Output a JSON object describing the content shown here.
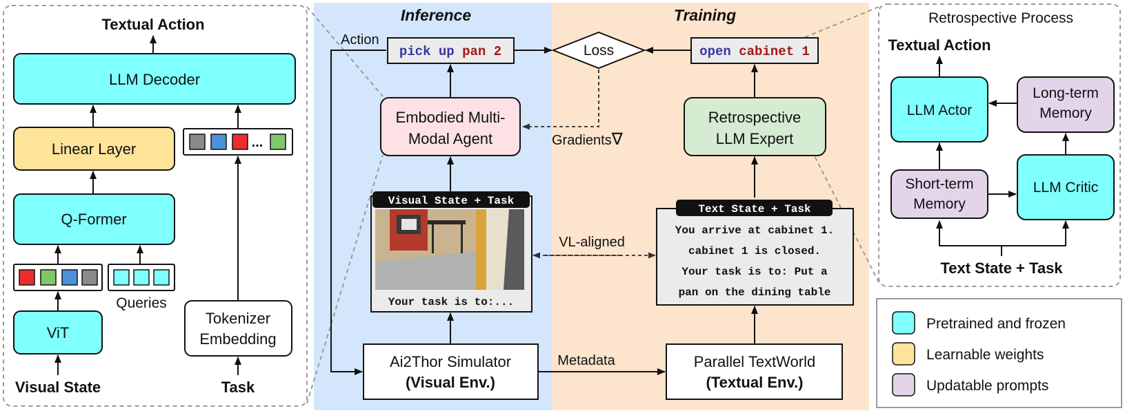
{
  "colors": {
    "pretrained": "#80ffff",
    "learnable": "#fde499",
    "updatable": "#e3d4e9",
    "inference_bg": "#d4e6fb",
    "training_bg": "#fde4cc",
    "agent": "#fde1e4",
    "expert": "#d6ecd2",
    "action_box": "#ebebeb",
    "token_red": "#ea2e2e",
    "token_green": "#7fc76a",
    "token_blue": "#4d91d8",
    "token_gray": "#8a8a8a",
    "code_blue": "#3535a8",
    "code_red": "#a21818"
  },
  "left_panel": {
    "output_label": "Textual Action",
    "llm_decoder": "LLM Decoder",
    "linear_layer": "Linear Layer",
    "token_ellipsis": "...",
    "qformer": "Q-Former",
    "queries_label": "Queries",
    "vit": "ViT",
    "tokenizer_line1": "Tokenizer",
    "tokenizer_line2": "Embedding",
    "visual_state": "Visual State",
    "task": "Task"
  },
  "center": {
    "inference_title": "Inference",
    "training_title": "Training",
    "action_label": "Action",
    "predicted_action": {
      "verb": "pick up",
      "object": "pan 2"
    },
    "loss": "Loss",
    "expert_action": {
      "verb": "open",
      "object": "cabinet 1"
    },
    "agent_line1": "Embodied Multi-",
    "agent_line2": "Modal Agent",
    "gradients": "Gradients",
    "nabla": "∇",
    "expert_line1": "Retrospective",
    "expert_line2": "LLM Expert",
    "visual_state_header": "Visual State + Task",
    "visual_task_text": "Your task is to:...",
    "vl_aligned": "VL-aligned",
    "text_state_header": "Text State + Task",
    "text_state_lines": [
      "You arrive at cabinet 1.",
      "cabinet 1 is closed.",
      "Your task is to: Put a",
      "pan on the dining table"
    ],
    "sim_line1": "Ai2Thor Simulator",
    "sim_line2": "(Visual Env.)",
    "metadata": "Metadata",
    "textworld_line1": "Parallel TextWorld",
    "textworld_line2": "(Textual Env.)"
  },
  "right_panel": {
    "title": "Retrospective Process",
    "output_label": "Textual Action",
    "actor": "LLM Actor",
    "ltm_line1": "Long-term",
    "ltm_line2": "Memory",
    "stm_line1": "Short-term",
    "stm_line2": "Memory",
    "critic": "LLM Critic",
    "input_label": "Text State + Task"
  },
  "legend": {
    "items": [
      {
        "label": "Pretrained and frozen",
        "color": "#80ffff"
      },
      {
        "label": "Learnable weights",
        "color": "#fde499"
      },
      {
        "label": "Updatable prompts",
        "color": "#e3d4e9"
      }
    ]
  }
}
